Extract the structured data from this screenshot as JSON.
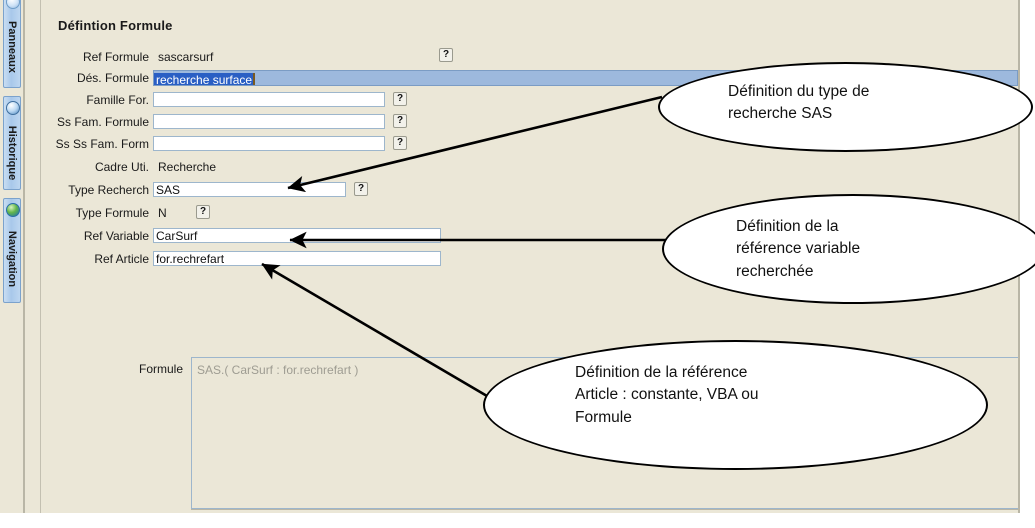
{
  "window": {
    "background_color": "#ebe7d7",
    "field_border_color": "#9db6cc",
    "selection_color": "#2a5fc4"
  },
  "sidebar": {
    "tabs": [
      {
        "label": "Panneaux",
        "icon": "panel-icon"
      },
      {
        "label": "Historique",
        "icon": "clock-history-icon"
      },
      {
        "label": "Navigation",
        "icon": "globe-icon"
      }
    ]
  },
  "form": {
    "title": "Défintion Formule",
    "help_glyph": "?",
    "fields": [
      {
        "label": "Ref Formule",
        "value": "sascarsurf",
        "type": "static",
        "help": true
      },
      {
        "label": "Dés. Formule",
        "value": "recherche surface",
        "type": "selected-input",
        "help": false
      },
      {
        "label": "Famille For.",
        "value": "",
        "type": "input",
        "help": true
      },
      {
        "label": "Ss Fam. Formule",
        "value": "",
        "type": "input",
        "help": true
      },
      {
        "label": "Ss Ss Fam. Form",
        "value": "",
        "type": "input",
        "help": true
      },
      {
        "label": "Cadre Uti.",
        "value": "Recherche",
        "type": "static",
        "help": false
      },
      {
        "label": "Type Recherch",
        "value": "SAS",
        "type": "input",
        "help": true
      },
      {
        "label": "Type Formule",
        "value": "N",
        "type": "static",
        "help": true
      },
      {
        "label": "Ref Variable",
        "value": "CarSurf",
        "type": "input",
        "help": false
      },
      {
        "label": "Ref Article",
        "value": "for.rechrefart",
        "type": "input",
        "help": false
      }
    ],
    "formula": {
      "label": "Formule",
      "value": "SAS.( CarSurf : for.rechrefart )"
    }
  },
  "annotations": {
    "callouts": [
      {
        "id": "callout-type-recherche",
        "lines": [
          "Définition du type de",
          "recherche SAS"
        ]
      },
      {
        "id": "callout-ref-variable",
        "lines": [
          "Définition de la",
          "référence variable",
          "recherchée"
        ]
      },
      {
        "id": "callout-ref-article",
        "lines": [
          "Définition de la référence",
          "Article : constante, VBA ou",
          "Formule"
        ]
      }
    ]
  }
}
